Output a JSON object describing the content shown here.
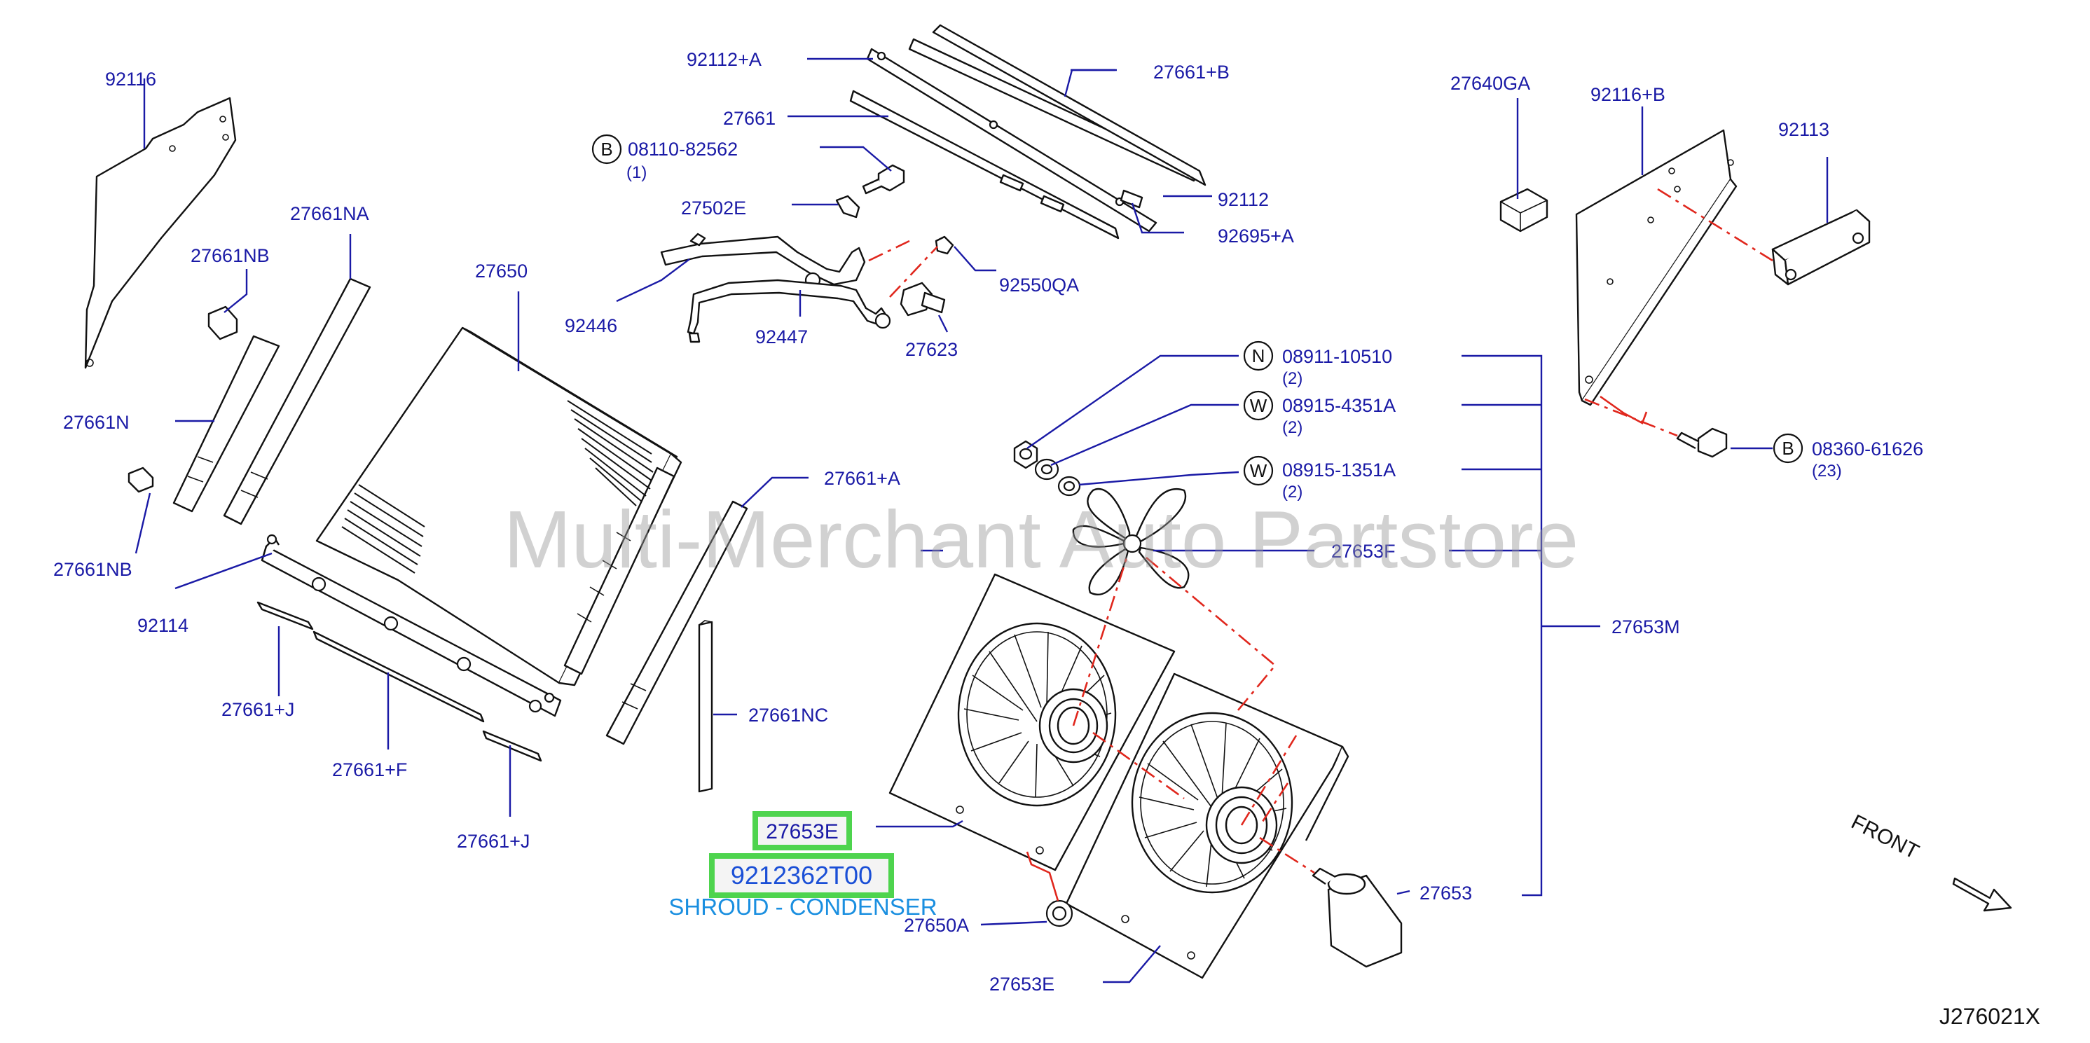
{
  "watermark": "Multi-Merchant Auto Partstore",
  "diagram_code": "J276021X",
  "front_label": "FRONT",
  "highlight": {
    "part_label": "27653E",
    "part_number": "9212362T00",
    "description": "SHROUD - CONDENSER",
    "accent_color": "#4ed44e"
  },
  "labels": {
    "p92116": "92116",
    "p92112A": "92112+A",
    "p27661": "27661",
    "p27661B": "27661+B",
    "p08110": "08110-82562",
    "q08110": "(1)",
    "p27502E": "27502E",
    "p92112": "92112",
    "p92695A": "92695+A",
    "p27640GA": "27640GA",
    "p92116B": "92116+B",
    "p92113": "92113",
    "p27661NA": "27661NA",
    "p27661NB_top": "27661NB",
    "p27650": "27650",
    "p92446": "92446",
    "p92447": "92447",
    "p92550QA": "92550QA",
    "p27623": "27623",
    "p08911": "08911-10510",
    "q08911": "(2)",
    "p08915_4351": "08915-4351A",
    "q08915_4351": "(2)",
    "p08360": "08360-61626",
    "q08360": "(23)",
    "p27661N": "27661N",
    "p08915_1351": "08915-1351A",
    "q08915_1351": "(2)",
    "p27661A": "27661+A",
    "p27661NB_bot": "27661NB",
    "p27653F": "27653F",
    "p92114": "92114",
    "p27653M": "27653M",
    "p27661J_left": "27661+J",
    "p27661NC": "27661NC",
    "p27661F": "27661+F",
    "p27661J_right": "27661+J",
    "p27653": "27653",
    "p27650A": "27650A",
    "p27653E_bot": "27653E"
  },
  "fastener_codes": {
    "c08110": "B",
    "c08911": "N",
    "c08915_4351": "W",
    "c08915_1351": "W",
    "c08360": "B"
  }
}
